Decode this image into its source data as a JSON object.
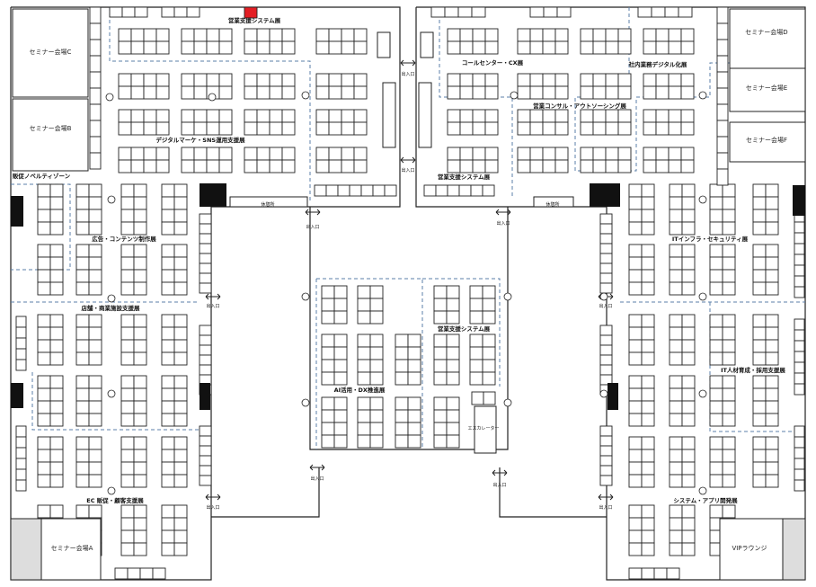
{
  "seminars": {
    "c": "セミナー会場C",
    "b": "セミナー会場B",
    "d": "セミナー会場D",
    "e": "セミナー会場E",
    "f": "セミナー会場F",
    "a": "セミナー会場A",
    "vip": "VIPラウンジ"
  },
  "zones": {
    "sales_top": "営業支援システム展",
    "callcenter": "コールセンター・CX展",
    "backoffice": "社内業務デジタル化展",
    "consulting": "営業コンサル・アウトソーシング展",
    "digital_marketing": "デジタルマーケ・SNS運用支援展",
    "sales_mid": "営業支援システム展",
    "promo": "販促ノベルティゾーン",
    "ad_content": "広告・コンテンツ制作展",
    "store": "店舗・商業施設支援展",
    "it_infra": "ITインフラ・セキュリティ展",
    "sales_center": "営業支援システム展",
    "ai_dx": "AI活用・DX推進展",
    "it_hr": "IT人材育成・採用支援展",
    "ec": "EC 販促・顧客支援展",
    "system_app": "システム・アプリ開発展"
  },
  "facilities": {
    "rest": "休憩所",
    "rest_short": "休憩所",
    "entrance": "出入口",
    "escalator": "エスカレーター",
    "pillar": "柱"
  },
  "colors": {
    "line": "#222222",
    "dash": "#5b7fa8",
    "highlight": "#e31e24",
    "pillar_fill": "#111111",
    "gray": "#dddddd"
  }
}
